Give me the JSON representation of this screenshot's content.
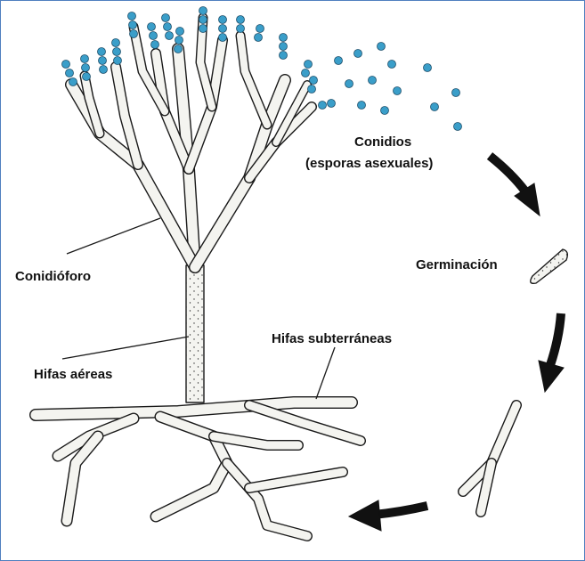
{
  "labels": {
    "conidios_line1": "Conidios",
    "conidios_line2": "(esporas asexuales)",
    "germinacion": "Germinación",
    "conidioforo": "Conidióforo",
    "hifas_aereas": "Hifas aéreas",
    "hifas_subterraneas": "Hifas subterráneas"
  },
  "colors": {
    "spore": "#3a9ec9",
    "spore_outline": "#1d4f6b",
    "hypha_fill": "#f4f4f0",
    "stroke": "#1a1a1a",
    "frame": "#4f7fbf",
    "arrow": "#111111"
  }
}
